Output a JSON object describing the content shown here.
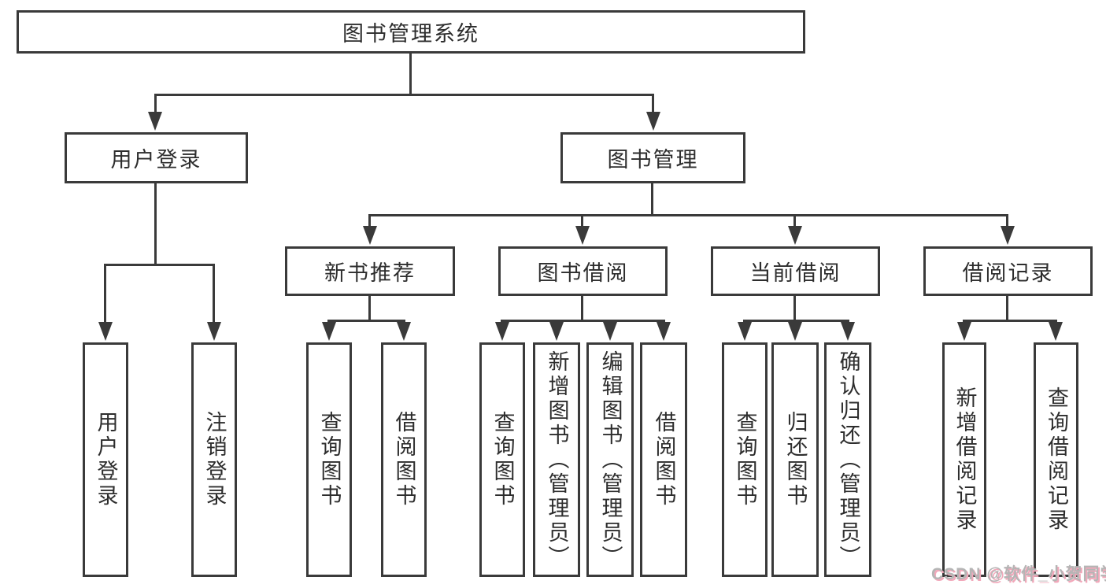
{
  "diagram": {
    "root": {
      "label": "图书管理系统"
    },
    "level2": {
      "user_login": "用户登录",
      "book_management": "图书管理"
    },
    "level3": {
      "new_book_recommend": "新书推荐",
      "book_borrow": "图书借阅",
      "current_borrow": "当前借阅",
      "borrow_records": "借阅记录"
    },
    "leaves": {
      "user_login": "用户登录",
      "logout": "注销登录",
      "recommend_query_book": "查询图书",
      "recommend_borrow_book": "借阅图书",
      "borrow_query_book": "查询图书",
      "borrow_add_book": "新增图书（管理员）",
      "borrow_edit_book": "编辑图书（管理员）",
      "borrow_borrow_book": "借阅图书",
      "current_query_book": "查询图书",
      "current_return_book": "归还图书",
      "current_confirm_return": "确认归还（管理员）",
      "records_add_record": "新增借阅记录",
      "records_query_record": "查询借阅记录"
    }
  },
  "watermark": {
    "text": "CSDN @软件_小贺同学"
  },
  "colors": {
    "line": "#3a3a3a",
    "text": "#2d2d2d",
    "background": "#ffffff",
    "watermark_gray": "#b5b5b5",
    "watermark_pink": "#f2a8ba"
  }
}
